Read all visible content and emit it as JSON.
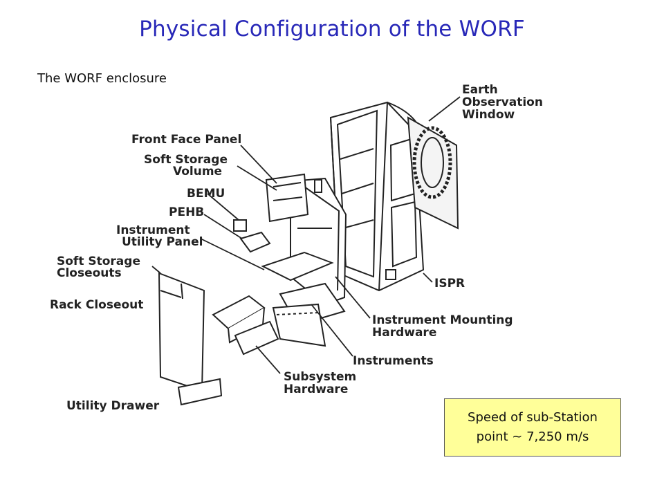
{
  "title": "Physical Configuration  of the WORF",
  "subtitle": "The WORF enclosure",
  "labels": {
    "earth_observation_window": [
      "Earth",
      "Observation",
      "Window"
    ],
    "front_face_panel": "Front Face Panel",
    "soft_storage_volume": [
      "Soft Storage",
      "Volume"
    ],
    "bemu": "BEMU",
    "pehb": "PEHB",
    "instrument_utility_panel": [
      "Instrument",
      "Utility Panel"
    ],
    "soft_storage_closeouts": [
      "Soft Storage",
      "Closeouts"
    ],
    "rack_closeout": "Rack Closeout",
    "ispr": "ISPR",
    "instrument_mounting_hardware": [
      "Instrument Mounting",
      "Hardware"
    ],
    "instruments": "Instruments",
    "subsystem_hardware": [
      "Subsystem",
      "Hardware"
    ],
    "utility_drawer": "Utility Drawer"
  },
  "note": {
    "line1": "Speed of sub-Station",
    "line2": "point ~ 7,250 m/s"
  },
  "colors": {
    "title": "#2828b8",
    "note_bg": "#ffff99"
  }
}
